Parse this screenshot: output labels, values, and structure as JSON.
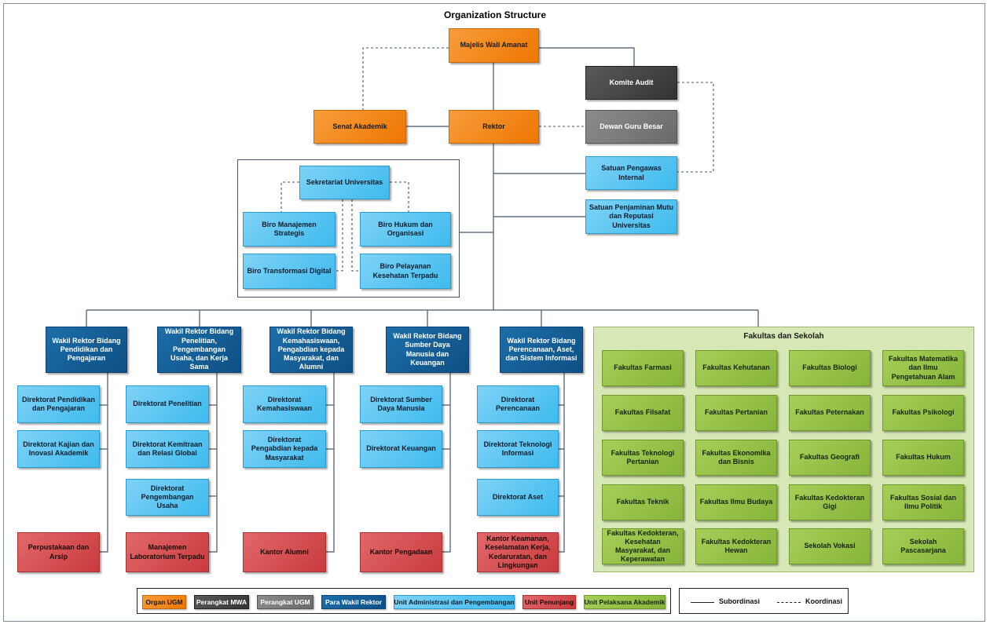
{
  "title": "Organization Structure",
  "colors": {
    "organ": "#ee7600",
    "mwa": "#333333",
    "perangkat_ugm": "#6a6a6a",
    "wakil": "#0d4f84",
    "administrasi": "#3ebbee",
    "penunjang": "#c93b3d",
    "akademik": "#86b43a",
    "line": "#44546a"
  },
  "top": {
    "mwa": "Majelis Wali Amanat",
    "komite": "Komite Audit",
    "senat": "Senat Akademik",
    "rektor": "Rektor",
    "dgb": "Dewan Guru Besar",
    "spi": "Satuan Pengawas Internal",
    "spm": "Satuan Penjaminan Mutu dan Reputasi Universitas"
  },
  "sekretariat": {
    "head": "Sekretariat Universitas",
    "biro_strategis": "Biro Manajemen Strategis",
    "biro_hukum": "Biro Hukum dan Organisasi",
    "biro_digital": "Biro Transformasi Digital",
    "biro_kesehatan": "Biro Pelayanan Kesehatan Terpadu"
  },
  "wakil": [
    {
      "title": "Wakil Rektor Bidang Pendidikan dan Pengajaran",
      "units": [
        "Direktorat Pendidikan dan Pengajaran",
        "Direktorat Kajian dan Inovasi Akademik"
      ],
      "penunjang": "Perpustakaan dan Arsip"
    },
    {
      "title": "Wakil Rektor Bidang Penelitian, Pengembangan Usaha, dan Kerja Sama",
      "units": [
        "Direktorat Penelitian",
        "Direktorat Kemitraan dan Relasi Global",
        "Direktorat Pengembangan Usaha"
      ],
      "penunjang": "Manajemen Laboratorium Terpadu"
    },
    {
      "title": "Wakil Rektor Bidang Kemahasiswaan, Pengabdian kepada Masyarakat, dan Alumni",
      "units": [
        "Direktorat Kemahasiswaan",
        "Direktorat Pengabdian kepada Masyarakat"
      ],
      "penunjang": "Kantor Alumni"
    },
    {
      "title": "Wakil Rektor Bidang Sumber Daya Manusia dan Keuangan",
      "units": [
        "Direktorat Sumber Daya Manusia",
        "Direktorat Keuangan"
      ],
      "penunjang": "Kantor Pengadaan"
    },
    {
      "title": "Wakil Rektor Bidang Perencanaan, Aset, dan Sistem Informasi",
      "units": [
        "Direktorat Perencanaan",
        "Direktorat Teknologi Informasi",
        "Direktorat Aset"
      ],
      "penunjang": "Kantor Keamanan, Keselamatan Kerja, Kedaruratan, dan Lingkungan"
    }
  ],
  "fakultas": {
    "title": "Fakultas dan Sekolah",
    "items": [
      "Fakultas Farmasi",
      "Fakultas Kehutanan",
      "Fakultas Biologi",
      "Fakultas Matematika dan Ilmu Pengetahuan Alam",
      "Fakultas Filsafat",
      "Fakultas Pertanian",
      "Fakultas Peternakan",
      "Fakultas Psikologi",
      "Fakultas Teknologi Pertanian",
      "Fakultas Ekonomika dan Bisnis",
      "Fakultas Geografi",
      "Fakultas Hukum",
      "Fakultas Teknik",
      "Fakultas Ilmu Budaya",
      "Fakultas Kedokteran Gigi",
      "Fakultas Sosial dan Ilmu Politik",
      "Fakultas Kedokteran, Kesehatan Masyarakat, dan Keperawatan",
      "Fakultas Kedokteran Hewan",
      "Sekolah Vokasi",
      "Sekolah Pascasarjana"
    ]
  },
  "legend": {
    "organ": "Organ UGM",
    "mwa": "Perangkat MWA",
    "perangkat": "Perangkat UGM",
    "wakil": "Para Wakil Rektor",
    "adm": "Unit Administrasi dan Pengembangan",
    "penunjang": "Unit Penunjang",
    "akademik": "Unit Pelaksana Akademik",
    "subordinasi": "Subordinasi",
    "koordinasi": "Koordinasi"
  }
}
